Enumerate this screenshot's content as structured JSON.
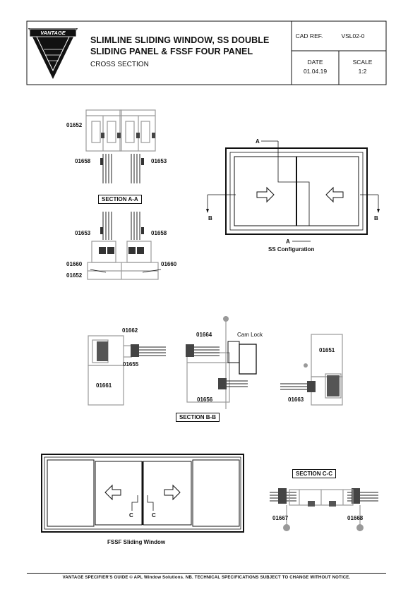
{
  "title_block": {
    "logo_text": "VANTAGE",
    "title_line1": "SLIMLINE SLIDING WINDOW, SS DOUBLE",
    "title_line2": "SLIDING PANEL & FSSF FOUR PANEL",
    "subtitle": "CROSS SECTION",
    "cad_ref_label": "CAD REF.",
    "cad_ref_value": "VSL02-0",
    "date_label": "DATE",
    "date_value": "01.04.19",
    "scale_label": "SCALE",
    "scale_value": "1:2"
  },
  "section_aa": {
    "label": "SECTION A-A",
    "parts": [
      "01652",
      "01658",
      "01653",
      "01653",
      "01658",
      "01660",
      "01660",
      "01652"
    ]
  },
  "ss_config": {
    "label": "SS Configuration",
    "markers": [
      "A",
      "B",
      "B",
      "A"
    ]
  },
  "section_bb": {
    "label": "SECTION B-B",
    "cam_lock": "Cam Lock",
    "parts": [
      "01662",
      "01655",
      "01661",
      "01664",
      "01656",
      "01651",
      "01663"
    ]
  },
  "fssf": {
    "label": "FSSF Sliding Window",
    "markers": [
      "C",
      "C"
    ]
  },
  "section_cc": {
    "label": "SECTION C-C",
    "parts": [
      "01667",
      "01668"
    ]
  },
  "footer": {
    "text": "VANTAGE SPECIFIER'S GUIDE  © APL Window Solutions. NB. TECHNICAL SPECIFICATIONS SUBJECT TO CHANGE WITHOUT NOTICE."
  }
}
